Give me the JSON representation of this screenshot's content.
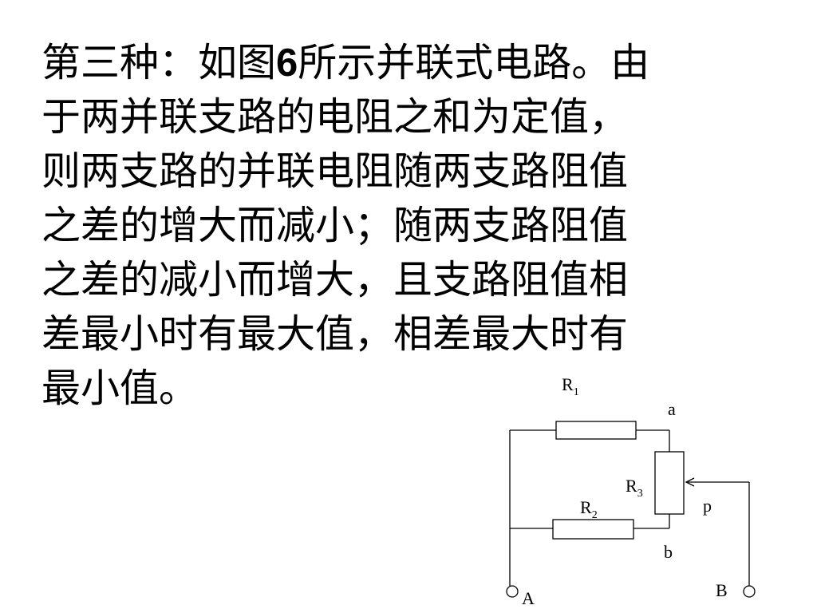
{
  "text": {
    "line1_pre": "第三种：如图",
    "line1_num": "6",
    "line1_post": "所示并联式电路。由",
    "line2": "于两并联支路的电阻之和为定值，",
    "line3": "则两支路的并联电阻随两支路阻值",
    "line4": "之差的增大而减小；随两支路阻值",
    "line5": "之差的减小而增大，且支路阻值相",
    "line6": "差最小时有最大值，相差最大时有",
    "line7": "最小值。"
  },
  "circuit": {
    "r1": {
      "letter": "R",
      "sub": "1"
    },
    "r2": {
      "letter": "R",
      "sub": "2"
    },
    "r3": {
      "letter": "R",
      "sub": "3"
    },
    "node_a": "a",
    "node_b": "b",
    "node_p": "p",
    "terminal_a": "A",
    "terminal_b": "B"
  }
}
